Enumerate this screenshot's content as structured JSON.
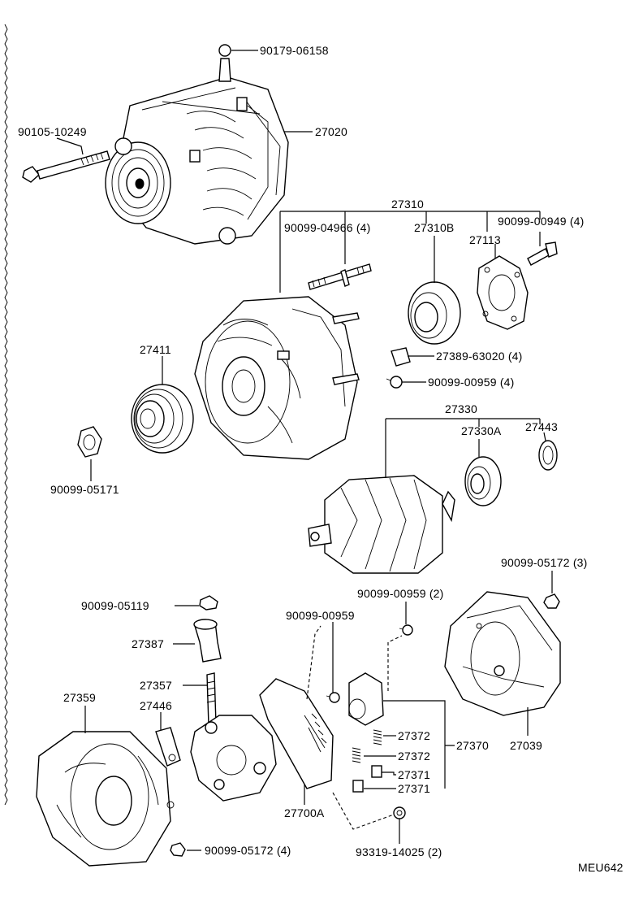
{
  "diagram_code": "MEU642",
  "labels": {
    "p90179_06158": "90179-06158",
    "p90105_10249": "90105-10249",
    "p27020": "27020",
    "p27310": "27310",
    "p90099_04966": "90099-04966 (4)",
    "p27310B": "27310B",
    "p27113": "27113",
    "p90099_00949": "90099-00949 (4)",
    "p27411": "27411",
    "p27389_63020": "27389-63020 (4)",
    "p90099_00959_4": "90099-00959 (4)",
    "p27330": "27330",
    "p27330A": "27330A",
    "p27443": "27443",
    "p90099_05171": "90099-05171",
    "p90099_05172_3": "90099-05172 (3)",
    "p90099_05119": "90099-05119",
    "p90099_00959_2": "90099-00959 (2)",
    "p90099_00959": "90099-00959",
    "p27387": "27387",
    "p27357": "27357",
    "p27359": "27359",
    "p27446": "27446",
    "p27372a": "27372",
    "p27372b": "27372",
    "p27370": "27370",
    "p27371a": "27371",
    "p27371b": "27371",
    "p27039": "27039",
    "p27700A": "27700A",
    "p90099_05172_4": "90099-05172 (4)",
    "p93319_14025": "93319-14025 (2)"
  }
}
